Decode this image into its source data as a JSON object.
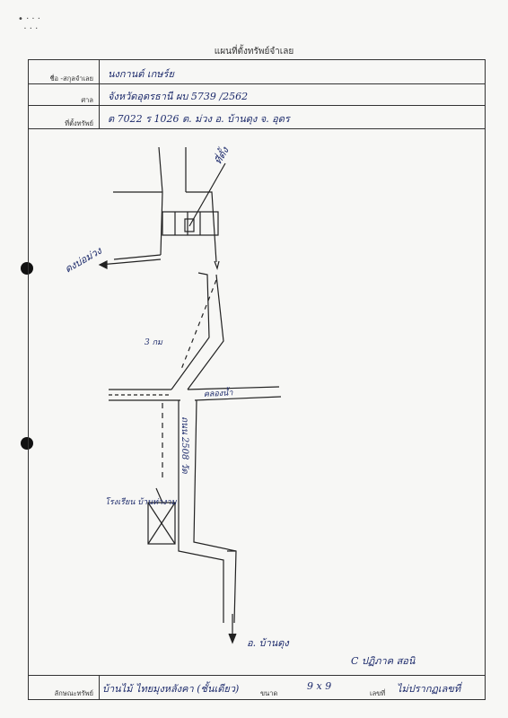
{
  "header": {
    "title": "แผนที่ตั้งทรัพย์จำเลย"
  },
  "fields": {
    "defendant": {
      "label": "ชื่อ -สกุลจำเลย",
      "value": "นงกานต์ เกษร์ย"
    },
    "court": {
      "label": "ศาล",
      "value": "จังหวัดอุดรธานี ผบ 5739 /2562"
    },
    "location": {
      "label": "ที่ตั้งทรัพย์",
      "value": "ต 7022 ร 1026 ต. ม่วง อ. บ้านดุง จ. อุดร"
    }
  },
  "map": {
    "house_label": "ที่ตั้ง",
    "left_arrow_label": "ดงบ่อม่วง",
    "road_label_mid": "3 กม",
    "cross_road_label": "คลองน้ำ",
    "vertical_road_label": "ถนน 2508 วัด",
    "landmark_label": "โรงเรียน บ้านท่างาม",
    "bottom_arrow_label": "อ. บ้านดุง",
    "signature": "C ปฏิภาค สอนิ"
  },
  "footer": {
    "property_label": "ลักษณะทรัพย์",
    "property_value": "บ้านไม้ ไทยมุงหลังคา (ชั้นเดียว)",
    "size_label": "ขนาด",
    "size_value": "9 x 9",
    "number_label": "เลขที่",
    "number_value": "ไม่ปรากฏเลขที่"
  }
}
